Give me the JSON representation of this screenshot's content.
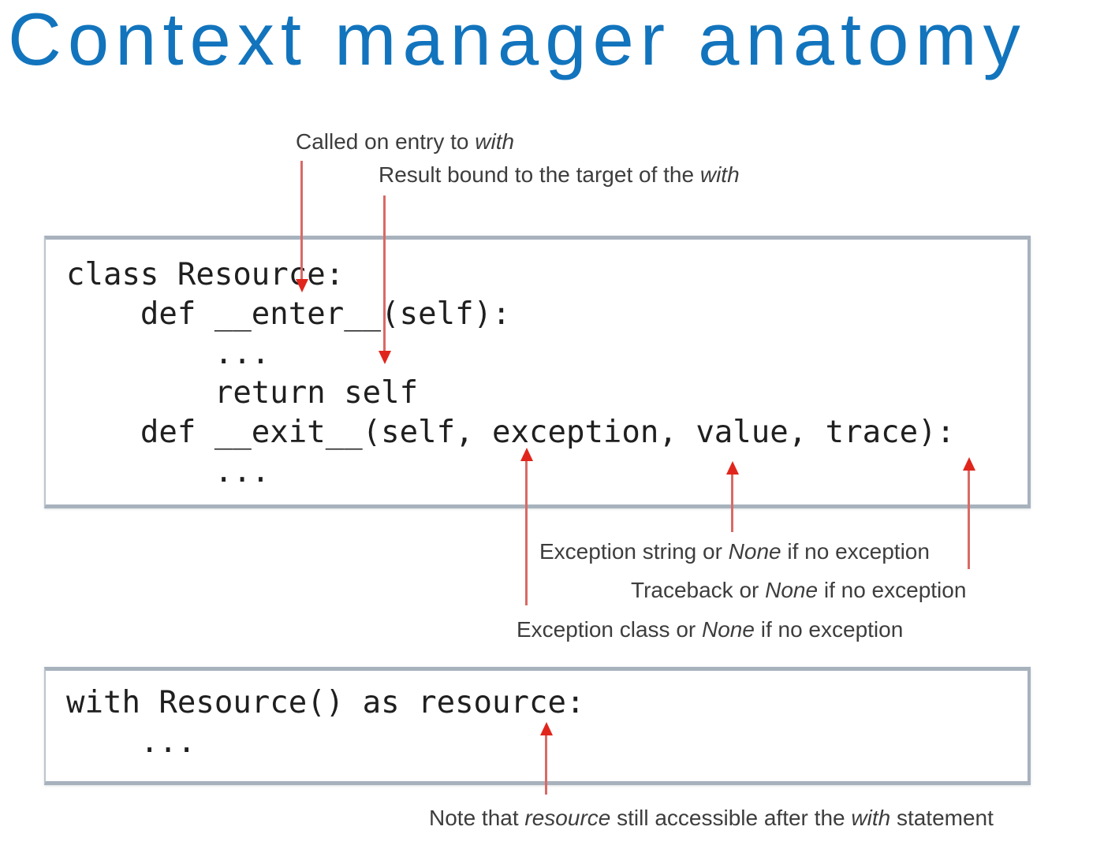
{
  "title": "Context manager anatomy",
  "colors": {
    "title-blue": "#1274bd",
    "ann-gray": "#3d3d3d",
    "code-black": "#1f1f1f",
    "border-gray": "#a7b2bd",
    "arrow-red": "#e0261c",
    "arrow-stem": "#d96a66",
    "bg": "#ffffff"
  },
  "annotations": {
    "called_on_entry": {
      "segments": [
        {
          "text": "Called on entry to "
        },
        {
          "text": "with",
          "italic": true
        }
      ]
    },
    "result_bound": {
      "segments": [
        {
          "text": "Result bound to the target of the "
        },
        {
          "text": "with",
          "italic": true
        }
      ]
    },
    "exception_string": {
      "segments": [
        {
          "text": "Exception string or "
        },
        {
          "text": "None",
          "italic": true
        },
        {
          "text": " if no exception"
        }
      ]
    },
    "traceback": {
      "segments": [
        {
          "text": "Traceback or "
        },
        {
          "text": "None",
          "italic": true
        },
        {
          "text": " if no exception"
        }
      ]
    },
    "exception_class": {
      "segments": [
        {
          "text": "Exception class or "
        },
        {
          "text": "None",
          "italic": true
        },
        {
          "text": " if no exception"
        }
      ]
    },
    "note": {
      "segments": [
        {
          "text": "Note that "
        },
        {
          "text": "resource",
          "italic": true
        },
        {
          "text": " still accessible after the "
        },
        {
          "text": "with",
          "italic": true
        },
        {
          "text": " statement"
        }
      ]
    }
  },
  "code_blocks": {
    "class_definition": {
      "lines": [
        "class Resource:",
        "    def __enter__(self):",
        "        ...",
        "        return self",
        "    def __exit__(self, exception, value, trace):",
        "        ..."
      ]
    },
    "with_statement": {
      "lines": [
        "with Resource() as resource:",
        "    ..."
      ]
    }
  }
}
